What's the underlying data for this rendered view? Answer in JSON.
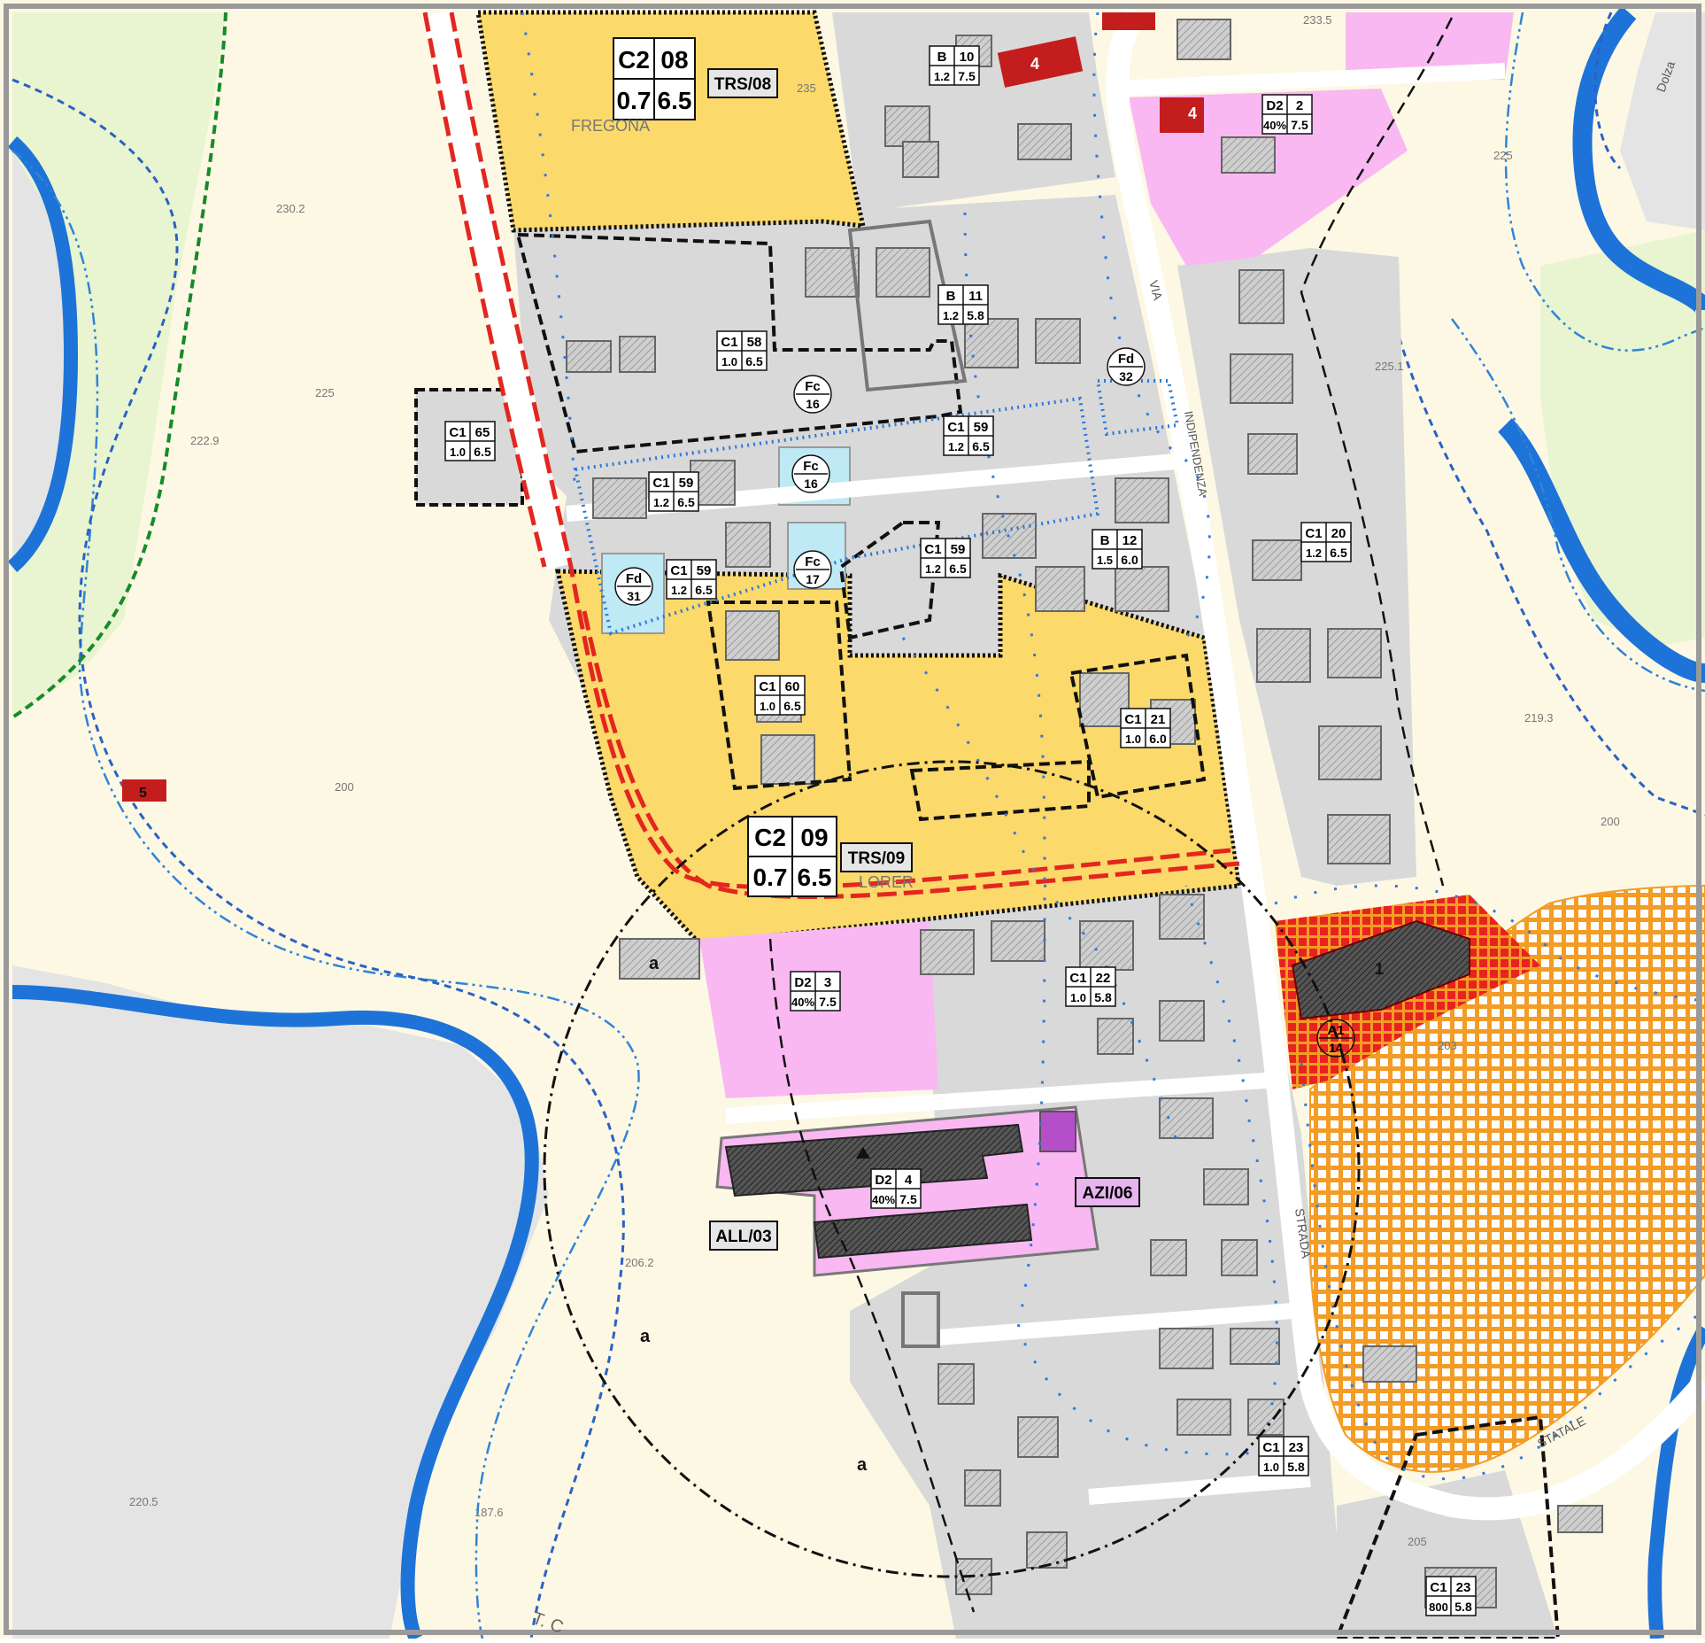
{
  "map": {
    "colors": {
      "background": "#fdf8e4",
      "agricultural_green": "#e8f5d0",
      "river_blue": "#1e73d8",
      "residential_gray": "#d9d9d9",
      "expansion_yellow": "#fbd96a",
      "productive_pink": "#f9b8f2",
      "historic_red": "#e8231f",
      "hatched_orange": "#f39c26",
      "public_cyan": "#bfe9f5",
      "protection_blue": "#1c66d6",
      "road_red": "#e3261f",
      "boundary_black": "#111111"
    },
    "place_names": {
      "fregona": "FREGONA",
      "road_via": "VIA",
      "road_indipendenza": "INDIPENDENZA",
      "road_strada": "STRADA",
      "road_statale": "STATALE",
      "river": "T. C",
      "dolza": "Dolza",
      "lorer": "LORER"
    },
    "zones": {
      "c2_08": {
        "code": "C2",
        "num": "08",
        "index": "0.7",
        "height": "6.5"
      },
      "c2_09": {
        "code": "C2",
        "num": "09",
        "index": "0.7",
        "height": "6.5"
      },
      "b_10": {
        "code": "B",
        "num": "10",
        "index": "1.2",
        "height": "7.5"
      },
      "b_11": {
        "code": "B",
        "num": "11",
        "index": "1.2",
        "height": "5.8"
      },
      "b_12": {
        "code": "B",
        "num": "12",
        "index": "1.5",
        "height": "6.0"
      },
      "d2_2": {
        "code": "D2",
        "num": "2",
        "index": "40%",
        "height": "7.5"
      },
      "d2_3": {
        "code": "D2",
        "num": "3",
        "index": "40%",
        "height": "7.5"
      },
      "d2_4": {
        "code": "D2",
        "num": "4",
        "index": "40%",
        "height": "7.5"
      },
      "c1_58": {
        "code": "C1",
        "num": "58",
        "index": "1.0",
        "height": "6.5"
      },
      "c1_65": {
        "code": "C1",
        "num": "65",
        "index": "1.0",
        "height": "6.5"
      },
      "c1_59a": {
        "code": "C1",
        "num": "59",
        "index": "1.2",
        "height": "6.5"
      },
      "c1_59b": {
        "code": "C1",
        "num": "59",
        "index": "1.2",
        "height": "6.5"
      },
      "c1_59c": {
        "code": "C1",
        "num": "59",
        "index": "1.2",
        "height": "6.5"
      },
      "c1_59d": {
        "code": "C1",
        "num": "59",
        "index": "1.2",
        "height": "6.5"
      },
      "c1_60": {
        "code": "C1",
        "num": "60",
        "index": "1.0",
        "height": "6.5"
      },
      "c1_20": {
        "code": "C1",
        "num": "20",
        "index": "1.2",
        "height": "6.5"
      },
      "c1_21": {
        "code": "C1",
        "num": "21",
        "index": "1.0",
        "height": "6.0"
      },
      "c1_22": {
        "code": "C1",
        "num": "22",
        "index": "1.0",
        "height": "5.8"
      },
      "c1_23a": {
        "code": "C1",
        "num": "23",
        "index": "1.0",
        "height": "5.8"
      },
      "c1_23b": {
        "code": "C1",
        "num": "23",
        "index": "800",
        "height": "5.8"
      }
    },
    "services": {
      "fc_16a": {
        "code": "Fc",
        "num": "16"
      },
      "fc_16b": {
        "code": "Fc",
        "num": "16"
      },
      "fc_17": {
        "code": "Fc",
        "num": "17"
      },
      "fd_31": {
        "code": "Fd",
        "num": "31"
      },
      "fd_32": {
        "code": "Fd",
        "num": "32"
      },
      "a1_14": {
        "code": "A1",
        "num": "14"
      }
    },
    "tags": {
      "trs08": "TRS/08",
      "trs09": "TRS/09",
      "azi06": "AZI/06",
      "all03": "ALL/03"
    },
    "building_numbers": {
      "n1": "1",
      "n4a": "4",
      "n4b": "4",
      "n5": "5"
    },
    "area_letters": {
      "a1": "a",
      "a2": "a",
      "a3": "a"
    },
    "elevations": {
      "e1": "230.2",
      "e2": "225",
      "e3": "222.9",
      "e4": "200",
      "e5": "206.2",
      "e6": "220.5",
      "e7": "187.6",
      "e8": "233.5",
      "e9": "225",
      "e10": "225.1",
      "e11": "219.3",
      "e12": "200",
      "e13": "205",
      "e14": "235",
      "e15": "203"
    }
  }
}
